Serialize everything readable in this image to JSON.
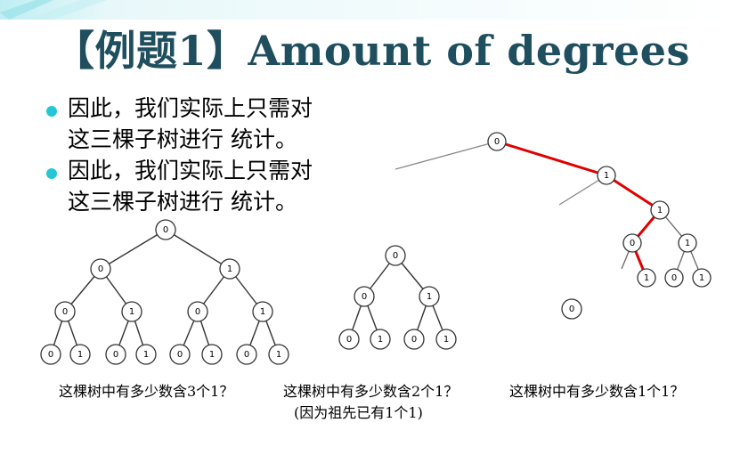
{
  "title": "【例题1】Amount of degrees",
  "bullets": [
    {
      "line1": "因此，我们实际上只需对",
      "line2": "这三棵子树进行 统计。"
    },
    {
      "line1": "因此，我们实际上只需对",
      "line2": "这三棵子树进行 统计。"
    }
  ],
  "captions": {
    "left": "这棵树中有多少数含3个1？",
    "middle": "这棵树中有多少数含2个1？",
    "middle_sub": "(因为祖先已有1个1)",
    "right": "这棵树中有多少数含1个1？"
  },
  "colors": {
    "title": "#1f4e5f",
    "bullet": "#25c7d6",
    "highlight_path": "#e00000"
  },
  "trees": {
    "left": {
      "root": "0",
      "l1": [
        "0",
        "1"
      ],
      "l2": [
        "0",
        "1",
        "0",
        "1"
      ],
      "l3": [
        "0",
        "1",
        "0",
        "1",
        "0",
        "1",
        "0",
        "1"
      ]
    },
    "middle": {
      "root": "0",
      "l1": [
        "0",
        "1"
      ],
      "l2": [
        "0",
        "1",
        "0",
        "1"
      ]
    },
    "single": {
      "root": "0"
    },
    "right": {
      "root": "0",
      "a": "1",
      "b": "1",
      "c": [
        "0",
        "1"
      ],
      "d": [
        "1",
        "0",
        "1"
      ]
    }
  }
}
